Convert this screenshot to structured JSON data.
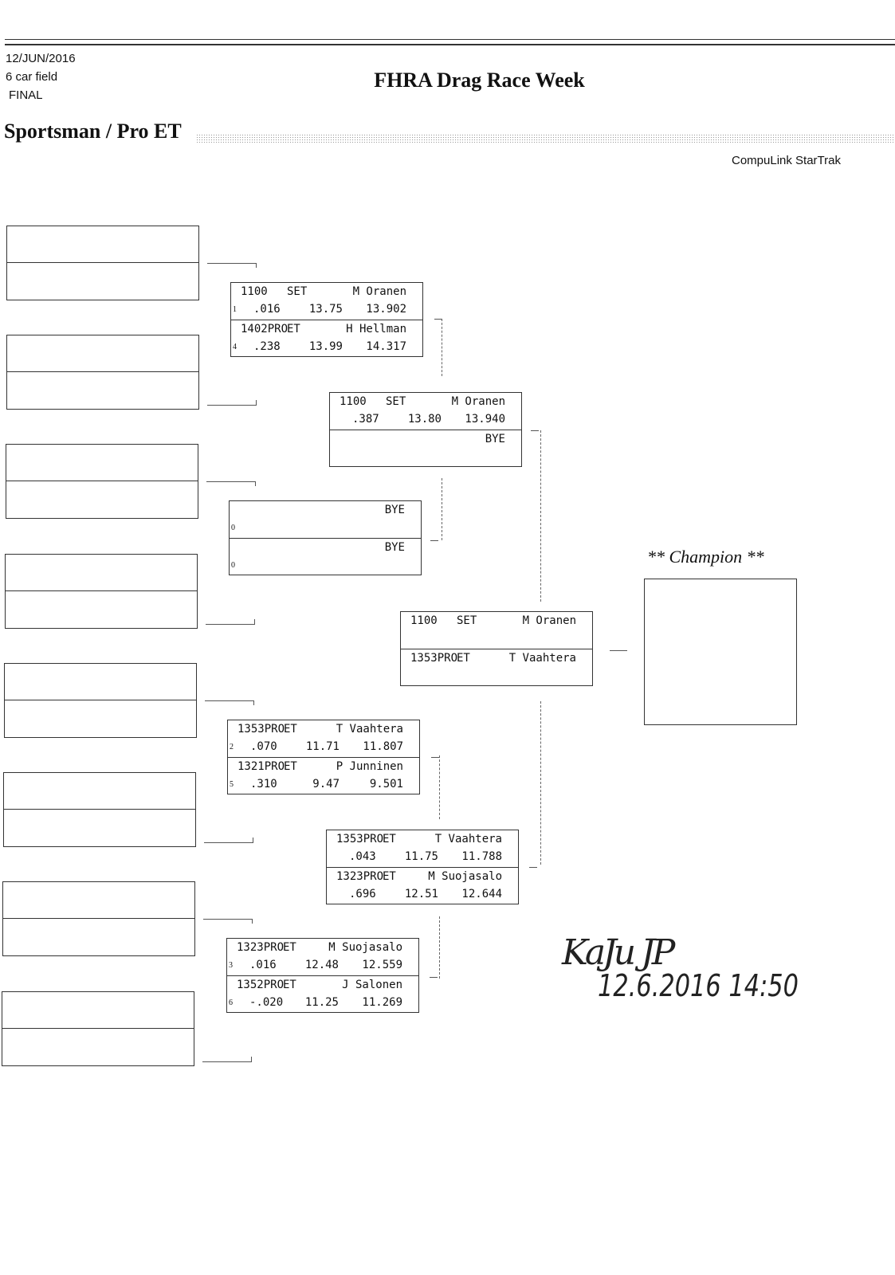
{
  "header": {
    "date": "12/JUN/2016",
    "field": "6 car field",
    "stage": "FINAL",
    "title": "FHRA Drag Race Week",
    "section": "Sportsman / Pro ET",
    "brand": "CompuLink StarTrak"
  },
  "champion": {
    "label": "** Champion **"
  },
  "signature": {
    "initials": "KaJu JP",
    "datetime": "12.6.2016  14:50"
  },
  "matches": [
    {
      "round": 2,
      "entries": [
        {
          "car": "1100",
          "class": "SET",
          "name": "M Oranen",
          "seed": "1",
          "rt": ".016",
          "dial": "13.75",
          "et": "13.902"
        },
        {
          "car": "1402PRO",
          "class": "ET",
          "name": "H Hellman",
          "seed": "4",
          "rt": ".238",
          "dial": "13.99",
          "et": "14.317"
        }
      ]
    },
    {
      "round": 2,
      "entries": [
        {
          "car": "",
          "class": "",
          "name": "BYE",
          "seed": "0",
          "rt": "",
          "dial": "",
          "et": ""
        },
        {
          "car": "",
          "class": "",
          "name": "BYE",
          "seed": "0",
          "rt": "",
          "dial": "",
          "et": ""
        }
      ]
    },
    {
      "round": 2,
      "entries": [
        {
          "car": "1353PRO",
          "class": "ET",
          "name": "T Vaahtera",
          "seed": "2",
          "rt": ".070",
          "dial": "11.71",
          "et": "11.807"
        },
        {
          "car": "1321PRO",
          "class": "ET",
          "name": "P Junninen",
          "seed": "5",
          "rt": ".310",
          "dial": "9.47",
          "et": "9.501"
        }
      ]
    },
    {
      "round": 2,
      "entries": [
        {
          "car": "1323PRO",
          "class": "ET",
          "name": "M Suojasalo",
          "seed": "3",
          "rt": ".016",
          "dial": "12.48",
          "et": "12.559"
        },
        {
          "car": "1352PRO",
          "class": "ET",
          "name": "J Salonen",
          "seed": "6",
          "rt": "-.020",
          "dial": "11.25",
          "et": "11.269"
        }
      ]
    },
    {
      "round": 3,
      "entries": [
        {
          "car": "1100",
          "class": "SET",
          "name": "M Oranen",
          "seed": "",
          "rt": ".387",
          "dial": "13.80",
          "et": "13.940"
        },
        {
          "car": "",
          "class": "",
          "name": "BYE",
          "seed": "",
          "rt": "",
          "dial": "",
          "et": ""
        }
      ]
    },
    {
      "round": 3,
      "entries": [
        {
          "car": "1353PRO",
          "class": "ET",
          "name": "T Vaahtera",
          "seed": "",
          "rt": ".043",
          "dial": "11.75",
          "et": "11.788"
        },
        {
          "car": "1323PRO",
          "class": "ET",
          "name": "M Suojasalo",
          "seed": "",
          "rt": ".696",
          "dial": "12.51",
          "et": "12.644"
        }
      ]
    },
    {
      "round": 4,
      "entries": [
        {
          "car": "1100",
          "class": "SET",
          "name": "M Oranen",
          "seed": "",
          "rt": "",
          "dial": "",
          "et": ""
        },
        {
          "car": "1353PRO",
          "class": "ET",
          "name": "T Vaahtera",
          "seed": "",
          "rt": "",
          "dial": "",
          "et": ""
        }
      ]
    }
  ]
}
